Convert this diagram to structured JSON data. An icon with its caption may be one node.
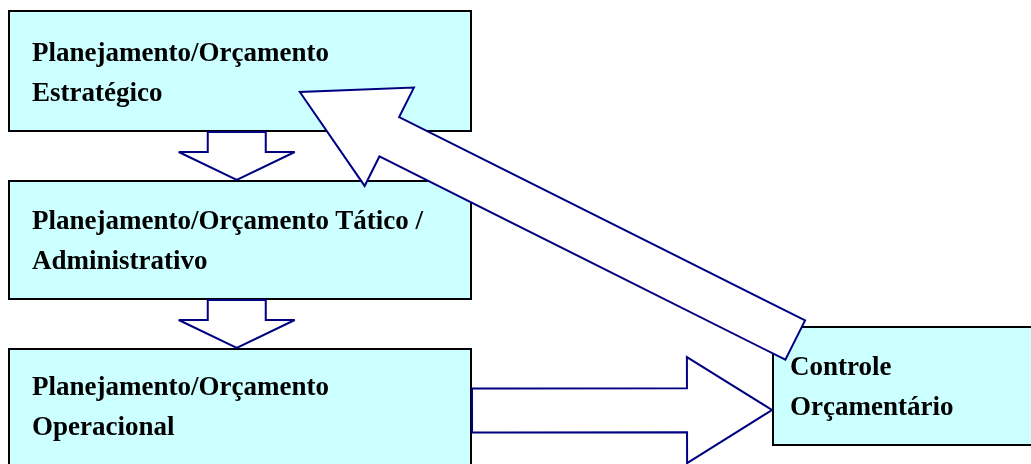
{
  "diagram": {
    "nodes": [
      {
        "text": [
          "Planejamento/Orçamento Estratégico"
        ]
      },
      {
        "text": [
          "Planejamento/Orçamento Tático / Administrativo"
        ]
      },
      {
        "text": [
          "Planejamento/Orçamento Operacional"
        ]
      },
      {
        "text": [
          "Controle Orçamentário"
        ]
      }
    ],
    "edges": [
      {
        "from": 0,
        "to": 1,
        "arrow": "to"
      },
      {
        "from": 1,
        "to": 2,
        "arrow": "to"
      },
      {
        "from": 2,
        "to": 3,
        "arrow": "to"
      },
      {
        "from": 3,
        "to": 0,
        "arrow": "to"
      }
    ]
  }
}
